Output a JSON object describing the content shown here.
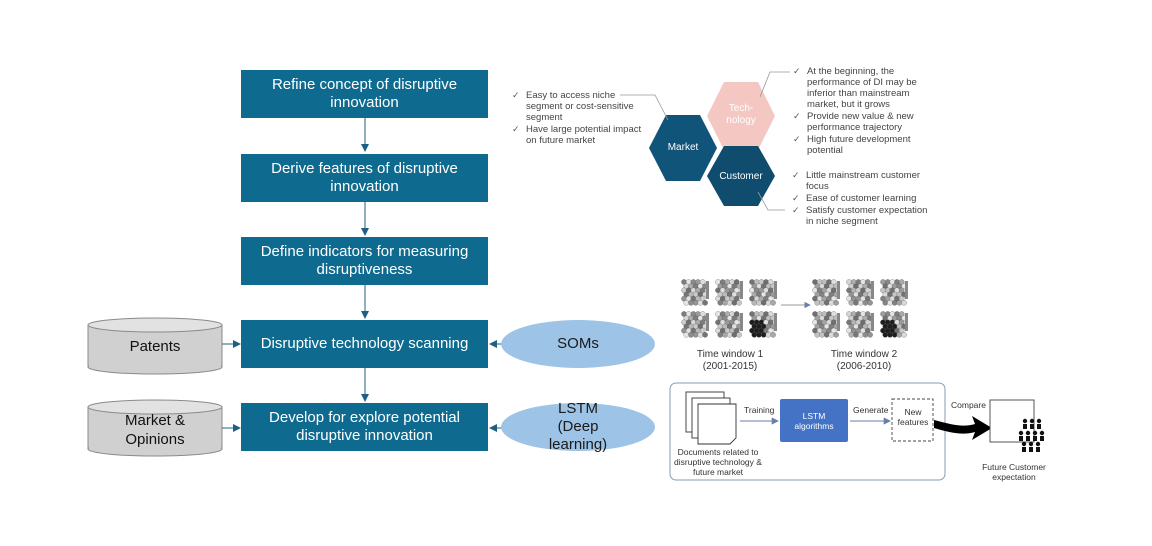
{
  "flow_steps": [
    "Refine concept of disruptive innovation",
    "Derive features of disruptive innovation",
    "Define indicators for measuring disruptiveness",
    "Disruptive technology scanning",
    "Develop for explore potential disruptive innovation"
  ],
  "sources": {
    "patents": "Patents",
    "market": "Market & Opinions"
  },
  "methods": {
    "soms": "SOMs",
    "lstm": "LSTM (Deep learning)"
  },
  "hexagons": {
    "technology": "Tech-nology",
    "market": "Market",
    "customer": "Customer"
  },
  "market_features": [
    "Easy to access niche segment or cost-sensitive segment",
    "Have large potential impact on future market"
  ],
  "technology_features": [
    "At the beginning, the performance of DI may be inferior than mainstream market, but it grows",
    "Provide new value & new performance trajectory",
    "High future development potential"
  ],
  "customer_features": [
    "Little mainstream customer focus",
    "Ease of customer learning",
    "Satisfy customer expectation in niche segment"
  ],
  "time_windows": [
    {
      "label": "Time window 1",
      "range": "(2001-2015)"
    },
    {
      "label": "Time window 2",
      "range": "(2006-2010)"
    }
  ],
  "lstm_process": {
    "documents": "Documents related to disruptive technology & future market",
    "training": "Training",
    "algorithms": "LSTM algorithms",
    "generate": "Generate",
    "new_features": "New features",
    "compare": "Compare",
    "future_customer": "Future Customer expectation"
  },
  "colors": {
    "step_box": "#0e6a8f",
    "ellipse": "#9dc3e6",
    "hex_technology": "#f4c7c3",
    "hex_market": "#11547a",
    "hex_customer": "#0f4c6e",
    "lstm_box": "#4472c4"
  }
}
